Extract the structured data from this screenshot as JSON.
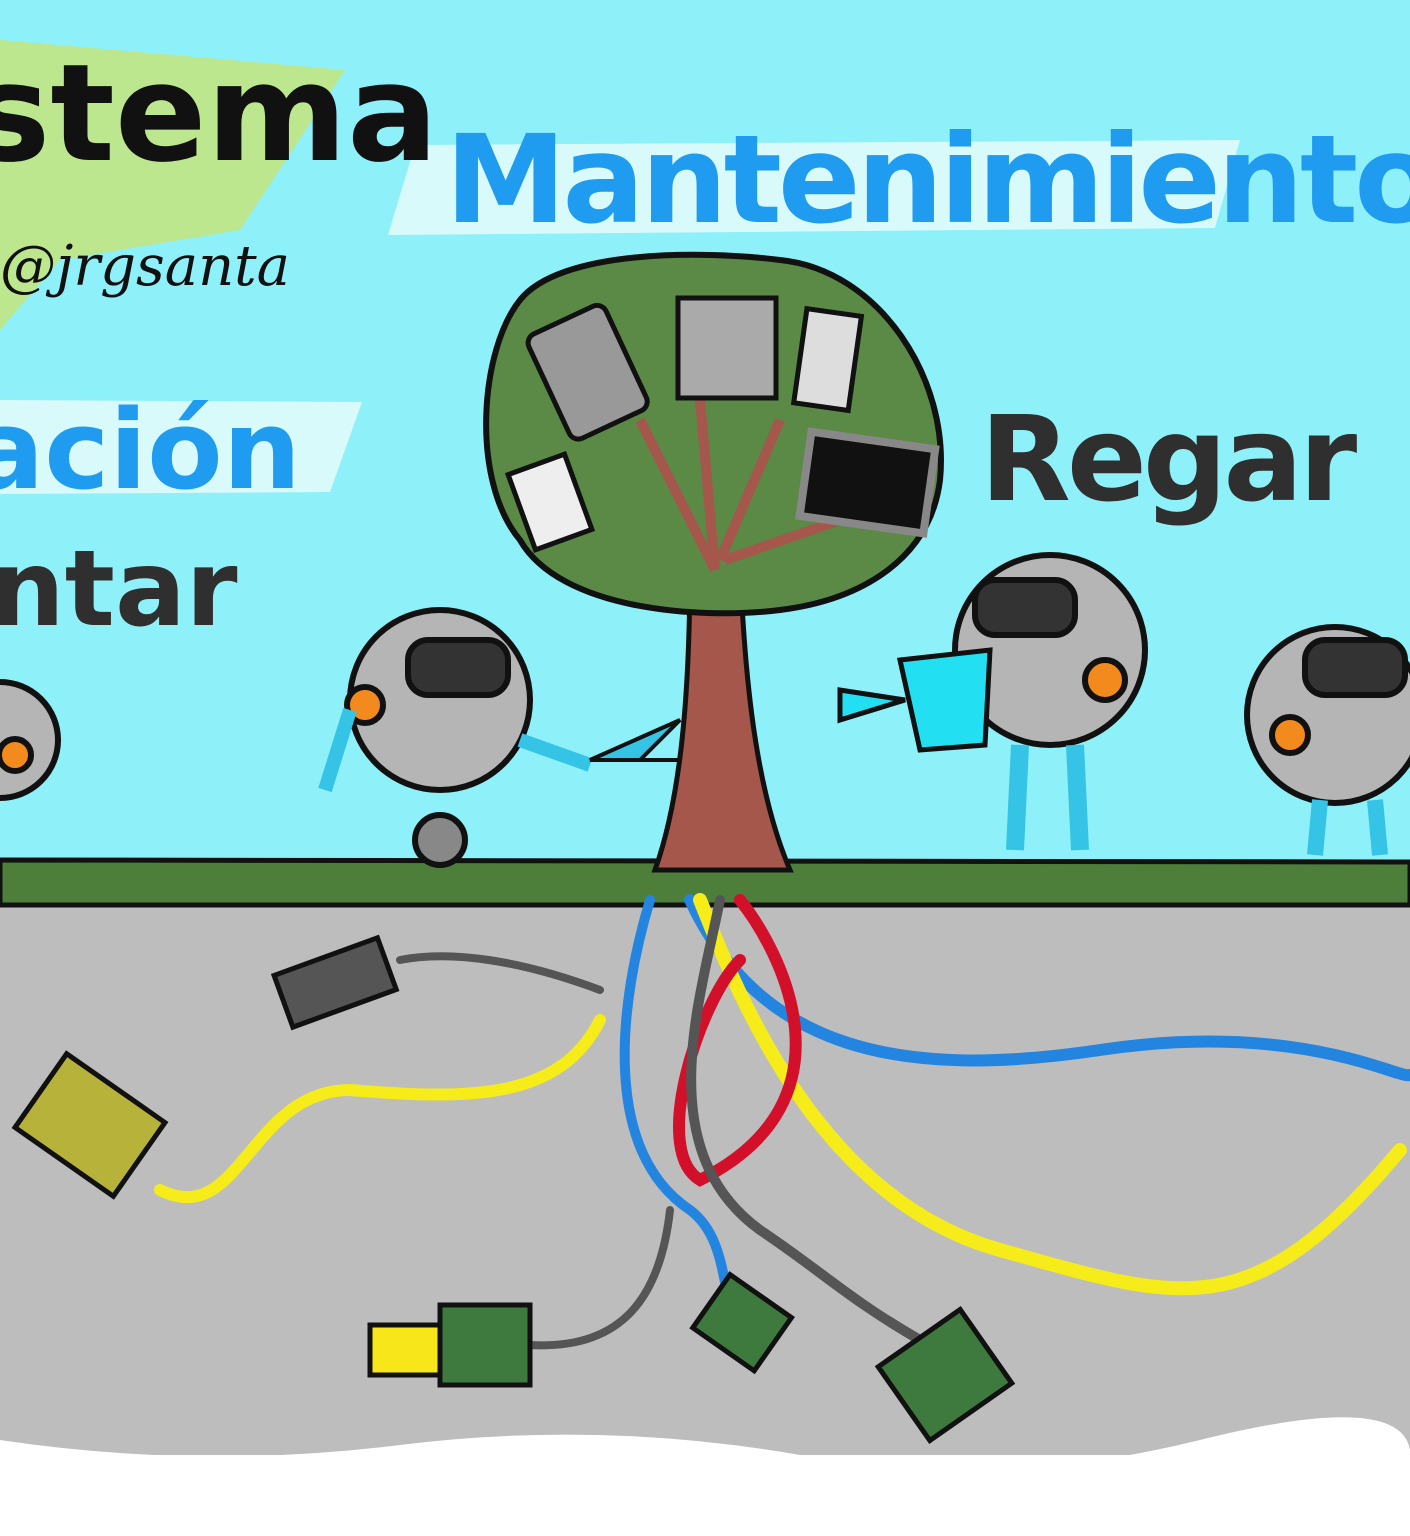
{
  "labels": {
    "title_fragment": "stema",
    "signature": "@jrgsanta",
    "maintenance": "Mantenimiento",
    "left_blue_fragment": "ación",
    "left_dark_fragment": "ntar",
    "water": "Regar"
  },
  "colors": {
    "sky": "#8ef0f8",
    "banner_green": "#bde78f",
    "title_blue": "#1f9cf0",
    "text_dark": "#2f2f2f",
    "grass": "#4d7f3b",
    "soil": "#bdbdbd",
    "trunk": "#a4574a",
    "foliage": "#5a8a45",
    "robot_body": "#b5b5b5",
    "robot_accent": "#f28a1d",
    "robot_limbs": "#35c3e6",
    "cable_yellow": "#f6ec1a",
    "cable_blue": "#2385e0",
    "cable_red": "#d3102a",
    "cable_gray": "#555555"
  },
  "icons": [
    "tree-icon",
    "robot-icon",
    "scissors-icon",
    "watering-can-icon",
    "tablet-icon",
    "circuit-board-icon",
    "phone-icon",
    "monitor-icon",
    "document-icon",
    "cable-plug-icon",
    "audio-jack-icon"
  ]
}
